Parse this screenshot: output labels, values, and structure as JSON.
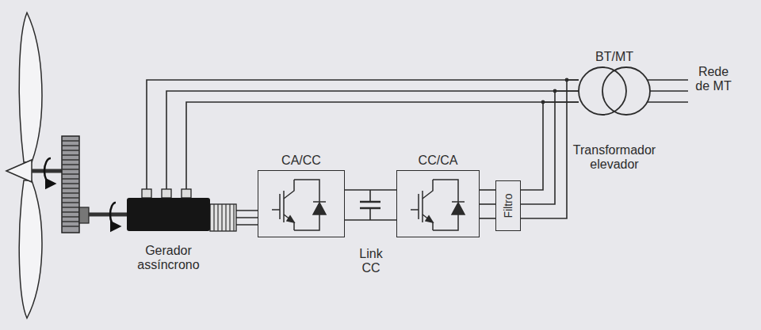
{
  "diagram": {
    "nodes": [
      {
        "text": [
          "Gerador assíncrono"
        ]
      },
      {
        "text": [
          "CA/CC"
        ]
      },
      {
        "text": [
          "CC/CA"
        ]
      },
      {
        "text": [
          "Filtro"
        ]
      },
      {
        "text": [
          "BT/MT",
          "Transformador elevador"
        ]
      }
    ],
    "edges": [
      {
        "from": 0,
        "to": 4,
        "arrow": "none"
      },
      {
        "from": 0,
        "to": 1,
        "arrow": "none"
      },
      {
        "from": 1,
        "to": 2,
        "arrow": "none"
      },
      {
        "from": 2,
        "to": 3,
        "arrow": "none"
      },
      {
        "from": 3,
        "to": 4,
        "arrow": "none"
      }
    ],
    "labels": [
      "Link CC",
      "Rede de MT"
    ]
  }
}
